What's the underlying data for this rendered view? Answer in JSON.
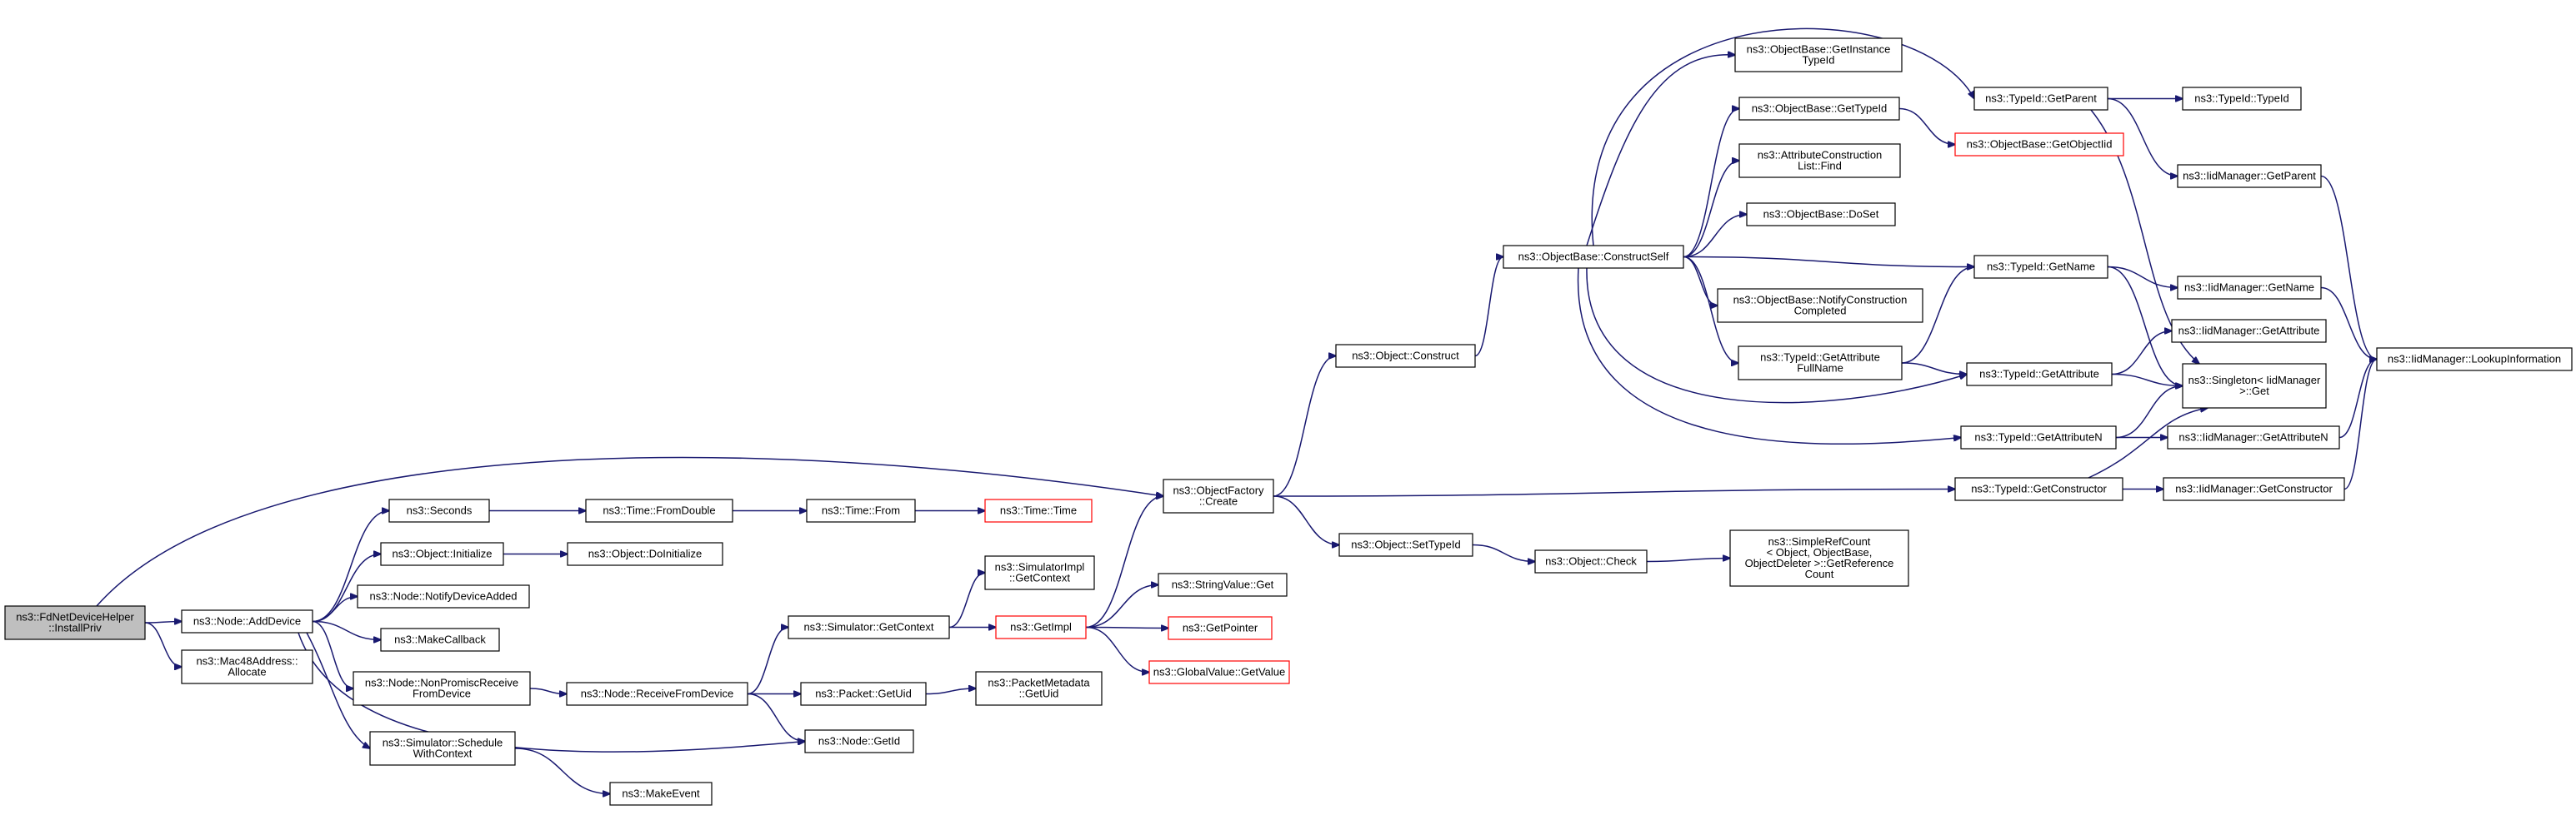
{
  "diagram": {
    "type": "call-graph",
    "edge_color": "#191970",
    "node_border": "#000000",
    "truncated_border": "#ff0000",
    "root_fill": "#bfbfbf",
    "nodes": [
      {
        "id": "root",
        "label": [
          "ns3::FdNetDeviceHelper",
          "::InstallPriv"
        ],
        "root": true
      },
      {
        "id": "addDevice",
        "label": [
          "ns3::Node::AddDevice"
        ]
      },
      {
        "id": "allocate",
        "label": [
          "ns3::Mac48Address::",
          "Allocate"
        ]
      },
      {
        "id": "seconds",
        "label": [
          "ns3::Seconds"
        ]
      },
      {
        "id": "objInit",
        "label": [
          "ns3::Object::Initialize"
        ]
      },
      {
        "id": "notifyDev",
        "label": [
          "ns3::Node::NotifyDeviceAdded"
        ]
      },
      {
        "id": "makeCb",
        "label": [
          "ns3::MakeCallback"
        ]
      },
      {
        "id": "nonPromisc",
        "label": [
          "ns3::Node::NonPromiscReceive",
          "FromDevice"
        ]
      },
      {
        "id": "schedCtx",
        "label": [
          "ns3::Simulator::Schedule",
          "WithContext"
        ]
      },
      {
        "id": "fromDouble",
        "label": [
          "ns3::Time::FromDouble"
        ]
      },
      {
        "id": "doInit",
        "label": [
          "ns3::Object::DoInitialize"
        ]
      },
      {
        "id": "recvFromDev",
        "label": [
          "ns3::Node::ReceiveFromDevice"
        ]
      },
      {
        "id": "makeEvent",
        "label": [
          "ns3::MakeEvent"
        ]
      },
      {
        "id": "timeFrom",
        "label": [
          "ns3::Time::From"
        ]
      },
      {
        "id": "simGetCtx",
        "label": [
          "ns3::Simulator::GetContext"
        ]
      },
      {
        "id": "pktGetUid",
        "label": [
          "ns3::Packet::GetUid"
        ]
      },
      {
        "id": "nodeGetId",
        "label": [
          "ns3::Node::GetId"
        ]
      },
      {
        "id": "timeTime",
        "label": [
          "ns3::Time::Time"
        ],
        "truncated": true
      },
      {
        "id": "simImplGetCtx",
        "label": [
          "ns3::SimulatorImpl",
          "::GetContext"
        ]
      },
      {
        "id": "getImpl",
        "label": [
          "ns3::GetImpl"
        ],
        "truncated": true
      },
      {
        "id": "pmGetUid",
        "label": [
          "ns3::PacketMetadata",
          "::GetUid"
        ]
      },
      {
        "id": "ofCreate",
        "label": [
          "ns3::ObjectFactory",
          "::Create"
        ]
      },
      {
        "id": "strGet",
        "label": [
          "ns3::StringValue::Get"
        ]
      },
      {
        "id": "getPointer",
        "label": [
          "ns3::GetPointer"
        ],
        "truncated": true
      },
      {
        "id": "gvGetValue",
        "label": [
          "ns3::GlobalValue::GetValue"
        ],
        "truncated": true
      },
      {
        "id": "objConstruct",
        "label": [
          "ns3::Object::Construct"
        ]
      },
      {
        "id": "objSetTid",
        "label": [
          "ns3::Object::SetTypeId"
        ]
      },
      {
        "id": "objCheck",
        "label": [
          "ns3::Object::Check"
        ]
      },
      {
        "id": "simpleRef",
        "label": [
          "ns3::SimpleRefCount",
          "< Object, ObjectBase,",
          "ObjectDeleter >::GetReference",
          "Count"
        ]
      },
      {
        "id": "constructSelf",
        "label": [
          "ns3::ObjectBase::ConstructSelf"
        ]
      },
      {
        "id": "getInstTid",
        "label": [
          "ns3::ObjectBase::GetInstance",
          "TypeId"
        ]
      },
      {
        "id": "obGetTid",
        "label": [
          "ns3::ObjectBase::GetTypeId"
        ]
      },
      {
        "id": "attrFind",
        "label": [
          "ns3::AttributeConstruction",
          "List::Find"
        ]
      },
      {
        "id": "doSet",
        "label": [
          "ns3::ObjectBase::DoSet"
        ]
      },
      {
        "id": "notifyConstr",
        "label": [
          "ns3::ObjectBase::NotifyConstruction",
          "Completed"
        ]
      },
      {
        "id": "getAttrFull",
        "label": [
          "ns3::TypeId::GetAttribute",
          "FullName"
        ]
      },
      {
        "id": "getObjectIid",
        "label": [
          "ns3::ObjectBase::GetObjectIid"
        ],
        "truncated": true
      },
      {
        "id": "tidGetParent",
        "label": [
          "ns3::TypeId::GetParent"
        ]
      },
      {
        "id": "tidGetName",
        "label": [
          "ns3::TypeId::GetName"
        ]
      },
      {
        "id": "tidGetAttr",
        "label": [
          "ns3::TypeId::GetAttribute"
        ]
      },
      {
        "id": "tidGetAttrN",
        "label": [
          "ns3::TypeId::GetAttributeN"
        ]
      },
      {
        "id": "tidGetCtor",
        "label": [
          "ns3::TypeId::GetConstructor"
        ]
      },
      {
        "id": "tidTid",
        "label": [
          "ns3::TypeId::TypeId"
        ]
      },
      {
        "id": "iidGetParent",
        "label": [
          "ns3::IidManager::GetParent"
        ]
      },
      {
        "id": "iidGetName",
        "label": [
          "ns3::IidManager::GetName"
        ]
      },
      {
        "id": "iidGetAttr",
        "label": [
          "ns3::IidManager::GetAttribute"
        ]
      },
      {
        "id": "singleton",
        "label": [
          "ns3::Singleton< IidManager",
          ">::Get"
        ]
      },
      {
        "id": "iidGetAttrN",
        "label": [
          "ns3::IidManager::GetAttributeN"
        ]
      },
      {
        "id": "iidGetCtor",
        "label": [
          "ns3::IidManager::GetConstructor"
        ]
      },
      {
        "id": "lookup",
        "label": [
          "ns3::IidManager::LookupInformation"
        ]
      }
    ],
    "edges": [
      [
        "root",
        "addDevice"
      ],
      [
        "root",
        "allocate"
      ],
      [
        "root",
        "ofCreate"
      ],
      [
        "addDevice",
        "seconds"
      ],
      [
        "addDevice",
        "objInit"
      ],
      [
        "addDevice",
        "notifyDev"
      ],
      [
        "addDevice",
        "makeCb"
      ],
      [
        "addDevice",
        "nonPromisc"
      ],
      [
        "addDevice",
        "schedCtx"
      ],
      [
        "addDevice",
        "nodeGetId"
      ],
      [
        "seconds",
        "fromDouble"
      ],
      [
        "fromDouble",
        "timeFrom"
      ],
      [
        "timeFrom",
        "timeTime"
      ],
      [
        "objInit",
        "doInit"
      ],
      [
        "nonPromisc",
        "recvFromDev"
      ],
      [
        "recvFromDev",
        "simGetCtx"
      ],
      [
        "recvFromDev",
        "pktGetUid"
      ],
      [
        "recvFromDev",
        "nodeGetId"
      ],
      [
        "schedCtx",
        "makeEvent"
      ],
      [
        "simGetCtx",
        "simImplGetCtx"
      ],
      [
        "simGetCtx",
        "getImpl"
      ],
      [
        "pktGetUid",
        "pmGetUid"
      ],
      [
        "getImpl",
        "ofCreate"
      ],
      [
        "getImpl",
        "strGet"
      ],
      [
        "getImpl",
        "getPointer"
      ],
      [
        "getImpl",
        "gvGetValue"
      ],
      [
        "ofCreate",
        "objConstruct"
      ],
      [
        "ofCreate",
        "objSetTid"
      ],
      [
        "ofCreate",
        "tidGetCtor"
      ],
      [
        "objConstruct",
        "constructSelf"
      ],
      [
        "objSetTid",
        "objCheck"
      ],
      [
        "objCheck",
        "simpleRef"
      ],
      [
        "constructSelf",
        "getInstTid"
      ],
      [
        "constructSelf",
        "obGetTid"
      ],
      [
        "constructSelf",
        "attrFind"
      ],
      [
        "constructSelf",
        "doSet"
      ],
      [
        "constructSelf",
        "notifyConstr"
      ],
      [
        "constructSelf",
        "getAttrFull"
      ],
      [
        "constructSelf",
        "tidGetParent"
      ],
      [
        "constructSelf",
        "tidGetName"
      ],
      [
        "constructSelf",
        "tidGetAttr"
      ],
      [
        "constructSelf",
        "tidGetAttrN"
      ],
      [
        "obGetTid",
        "getObjectIid"
      ],
      [
        "getAttrFull",
        "tidGetName"
      ],
      [
        "getAttrFull",
        "tidGetAttr"
      ],
      [
        "tidGetParent",
        "tidTid"
      ],
      [
        "tidGetParent",
        "iidGetParent"
      ],
      [
        "tidGetParent",
        "singleton"
      ],
      [
        "tidGetName",
        "iidGetName"
      ],
      [
        "tidGetName",
        "singleton"
      ],
      [
        "tidGetAttr",
        "iidGetAttr"
      ],
      [
        "tidGetAttr",
        "singleton"
      ],
      [
        "tidGetAttrN",
        "iidGetAttrN"
      ],
      [
        "tidGetAttrN",
        "singleton"
      ],
      [
        "tidGetCtor",
        "iidGetCtor"
      ],
      [
        "tidGetCtor",
        "singleton"
      ],
      [
        "iidGetParent",
        "lookup"
      ],
      [
        "iidGetName",
        "lookup"
      ],
      [
        "iidGetAttrN",
        "lookup"
      ],
      [
        "iidGetCtor",
        "lookup"
      ]
    ]
  }
}
